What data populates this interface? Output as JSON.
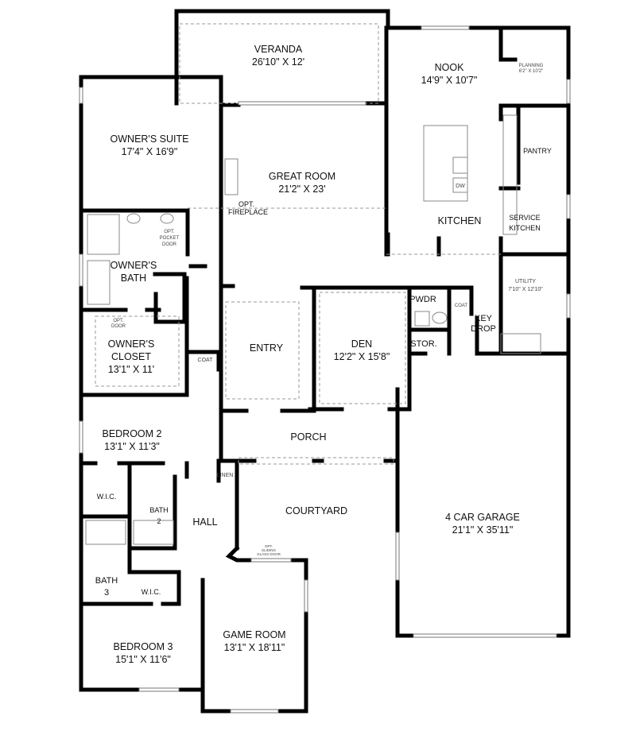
{
  "rooms": {
    "veranda": {
      "name": "VERANDA",
      "size": "26'10\" X 12'"
    },
    "nook": {
      "name": "NOOK",
      "size": "14'9\" X 10'7\""
    },
    "planning": {
      "name": "PLANNING",
      "size": "6'2\" X 10'2\""
    },
    "owners_suite": {
      "name": "OWNER'S SUITE",
      "size": "17'4\" X 16'9\""
    },
    "great_room": {
      "name": "GREAT ROOM",
      "size": "21'2\" X 23'"
    },
    "opt_fireplace": {
      "line1": "OPT.",
      "line2": "FIREPLACE"
    },
    "pantry": {
      "name": "PANTRY"
    },
    "service_kitchen": {
      "line1": "SERVICE",
      "line2": "KITCHEN"
    },
    "kitchen": {
      "name": "KITCHEN"
    },
    "dw": {
      "name": "DW"
    },
    "opt_pocket_door": {
      "line1": "OPT.",
      "line2": "POCKET",
      "line3": "DOOR"
    },
    "owners_bath": {
      "line1": "OWNER'S",
      "line2": "BATH"
    },
    "utility": {
      "name": "UTILITY",
      "size": "7'10\" X 12'10\""
    },
    "pwdr": {
      "name": "PWDR"
    },
    "coat_kitchen": {
      "name": "COAT"
    },
    "key_drop": {
      "line1": "KEY",
      "line2": "DROP"
    },
    "stor": {
      "name": "STOR."
    },
    "opt_door": {
      "line1": "OPT.",
      "line2": "DOOR"
    },
    "owners_closet": {
      "line1": "OWNER'S",
      "line2": "CLOSET",
      "size": "13'1\" X 11'"
    },
    "entry": {
      "name": "ENTRY"
    },
    "den": {
      "name": "DEN",
      "size": "12'2\" X 15'8\""
    },
    "coat_entry": {
      "name": "COAT"
    },
    "bedroom2": {
      "name": "BEDROOM 2",
      "size": "13'1\" X 11'3\""
    },
    "porch": {
      "name": "PORCH"
    },
    "linen": {
      "name": "LINEN"
    },
    "wic1": {
      "name": "W.I.C."
    },
    "bath2": {
      "line1": "BATH",
      "line2": "2"
    },
    "hall": {
      "name": "HALL"
    },
    "courtyard": {
      "name": "COURTYARD"
    },
    "garage": {
      "name": "4 CAR GARAGE",
      "size": "21'1\" X 35'11\""
    },
    "opt_sliding": {
      "line1": "OPT.",
      "line2": "SLIDING",
      "line3": "GLASS DOOR"
    },
    "bath3": {
      "line1": "BATH",
      "line2": "3"
    },
    "wic2": {
      "name": "W.I.C."
    },
    "game_room": {
      "name": "GAME ROOM",
      "size": "13'1\" X 18'11\""
    },
    "bedroom3": {
      "name": "BEDROOM 3",
      "size": "15'1\" X 11'6\""
    }
  }
}
